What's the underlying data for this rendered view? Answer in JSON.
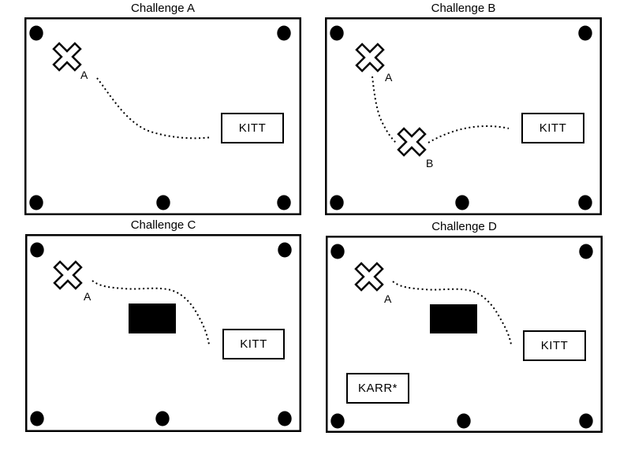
{
  "figure": {
    "background_color": "#ffffff",
    "ink_color": "#000000"
  },
  "panels": [
    {
      "title": "Challenge A",
      "marker_a_label": "A",
      "kitt_label": "KITT"
    },
    {
      "title": "Challenge B",
      "marker_a_label": "A",
      "marker_b_label": "B",
      "kitt_label": "KITT"
    },
    {
      "title": "Challenge C",
      "marker_a_label": "A",
      "kitt_label": "KITT"
    },
    {
      "title": "Challenge D",
      "marker_a_label": "A",
      "kitt_label": "KITT",
      "karr_label": "KARR*"
    }
  ]
}
